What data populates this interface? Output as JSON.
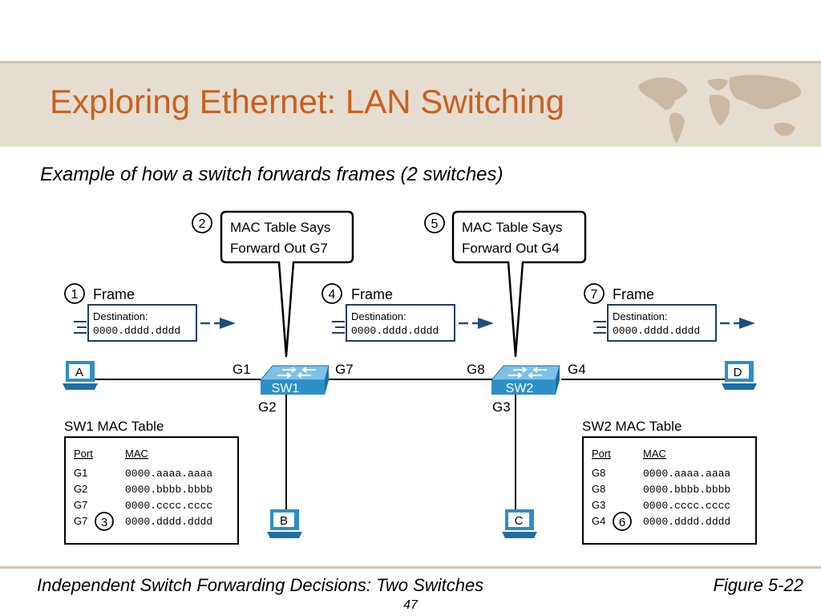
{
  "title": "Exploring Ethernet: LAN Switching",
  "subtitle": "Example of how a switch forwards frames (2 switches)",
  "footer": {
    "caption_left": "Independent Switch Forwarding Decisions: Two Switches",
    "caption_right": "Figure 5-22",
    "page_number": "47"
  },
  "diagram": {
    "steps": [
      "1",
      "2",
      "3",
      "4",
      "5",
      "6",
      "7"
    ],
    "callouts": {
      "sw1": {
        "line1": "MAC Table Says",
        "line2": "Forward Out G7"
      },
      "sw2": {
        "line1": "MAC Table Says",
        "line2": "Forward Out G4"
      }
    },
    "frame": {
      "label": "Frame",
      "dest_label": "Destination:",
      "dest_mac": "0000.dddd.dddd"
    },
    "hosts": {
      "a": "A",
      "b": "B",
      "c": "C",
      "d": "D"
    },
    "switches": {
      "sw1": "SW1",
      "sw2": "SW2"
    },
    "ports": {
      "g1": "G1",
      "g2": "G2",
      "g3": "G3",
      "g4": "G4",
      "g7": "G7",
      "g8": "G8"
    },
    "tables": {
      "sw1": {
        "title": "SW1 MAC Table",
        "col_port": "Port",
        "col_mac": "MAC",
        "rows": [
          {
            "port": "G1",
            "mac": "0000.aaaa.aaaa"
          },
          {
            "port": "G2",
            "mac": "0000.bbbb.bbbb"
          },
          {
            "port": "G7",
            "mac": "0000.cccc.cccc"
          },
          {
            "port": "G7",
            "mac": "0000.dddd.dddd"
          }
        ]
      },
      "sw2": {
        "title": "SW2 MAC Table",
        "col_port": "Port",
        "col_mac": "MAC",
        "rows": [
          {
            "port": "G8",
            "mac": "0000.aaaa.aaaa"
          },
          {
            "port": "G8",
            "mac": "0000.bbbb.bbbb"
          },
          {
            "port": "G3",
            "mac": "0000.cccc.cccc"
          },
          {
            "port": "G4",
            "mac": "0000.dddd.dddd"
          }
        ]
      }
    },
    "colors": {
      "title": "#c8611d",
      "header_band": "#e6ddd1",
      "switch": "#2d8fc8",
      "arrow": "#1e4f7a"
    }
  }
}
